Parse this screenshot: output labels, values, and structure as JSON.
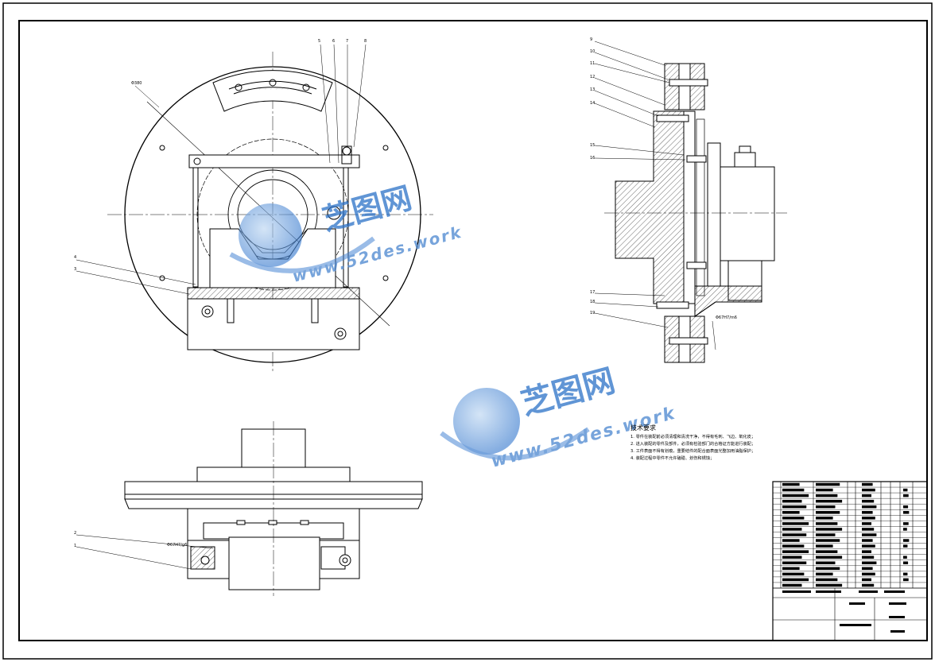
{
  "sheet": {
    "colors": {
      "line": "#000000",
      "hatch": "#000000",
      "watermark": "#2c72c8",
      "background": "#ffffff"
    }
  },
  "top_view": {
    "dimension": "Φ380",
    "balloons": [
      "5",
      "6",
      "7",
      "8",
      "4",
      "3"
    ]
  },
  "side_view": {
    "balloons": [
      "9",
      "10",
      "11",
      "12",
      "13",
      "14",
      "15",
      "16",
      "17",
      "18",
      "19"
    ],
    "fit": "Φ67H7/m6"
  },
  "front_view": {
    "balloons": [
      "2",
      "1"
    ],
    "fit": "Φ67H7/g6"
  },
  "watermark": {
    "cn": "芝图网",
    "en": "www.52des.work"
  },
  "tech_requirements": {
    "title": "技术要求",
    "lines": [
      "1. 零件在装配前必须清理和清洗干净，不得有毛刺、飞边、氧化皮；",
      "2. 进入装配的零件及部件，必须有检验部门的合格证方能进行装配；",
      "3. 工件表面不得有划痕，重要结件的配合面表面光整加用油脂保护；",
      "4. 装配过程中零件不允许磕碰、划伤和锈蚀；"
    ]
  },
  "title_block": {
    "rows": 19
  }
}
